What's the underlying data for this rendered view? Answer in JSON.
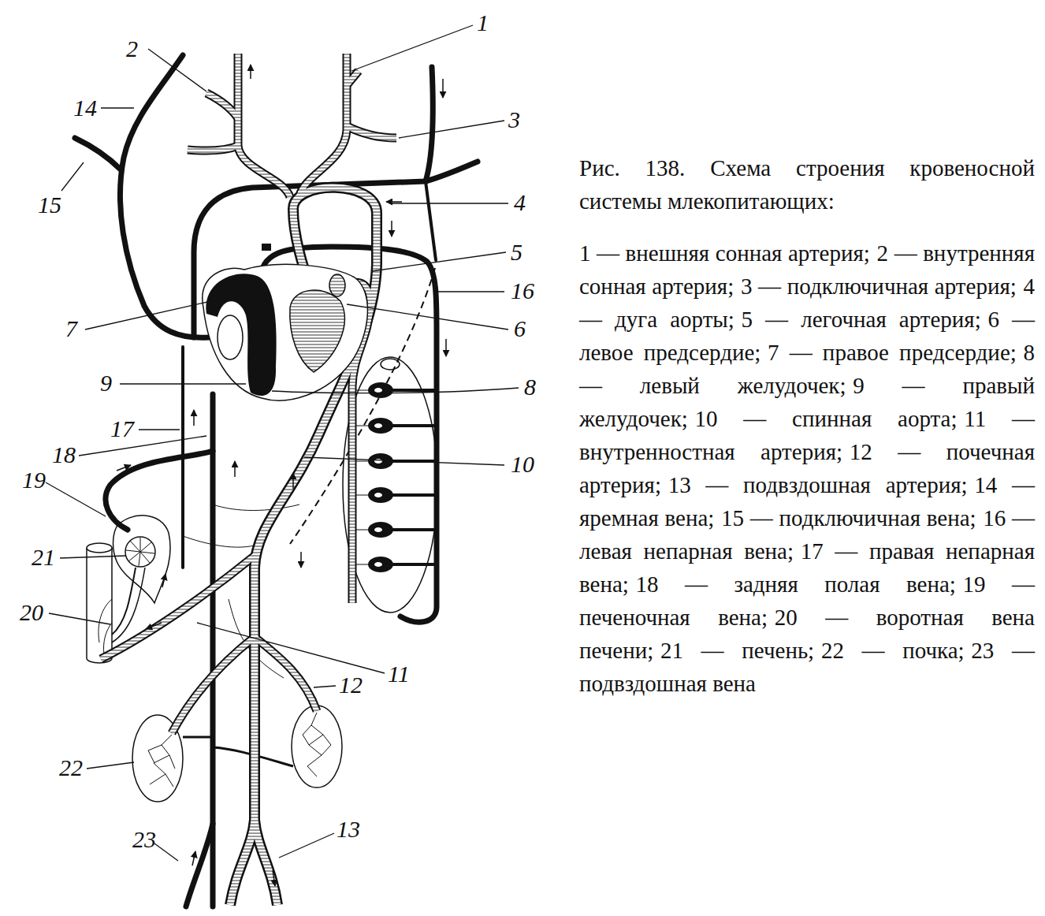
{
  "diagram": {
    "caption": "Рис. 138. Схема строения кровеносной системы млекопитающих:",
    "labels": [
      "1",
      "2",
      "14",
      "3",
      "15",
      "4",
      "5",
      "16",
      "7",
      "6",
      "9",
      "8",
      "17",
      "18",
      "10",
      "19",
      "21",
      "20",
      "11",
      "12",
      "22",
      "23",
      "13",
      "1 — внешняя сонная артерия;",
      "2 — внутренняя сонная артерия;",
      "3 — подключичная артерия;",
      "4 — дуга аорты;",
      "5 — легочная артерия;",
      "6 — левое предсердие;",
      "7 — правое предсердие;",
      "8 — левый желудочек;",
      "9 — правый желудочек;",
      "10 — спинная аорта;",
      "11 — внутренностная артерия;",
      "12 — почечная артерия;",
      "13 — подвздошная артерия;",
      "14 — яремная вена;",
      "15 — подключичная вена;",
      "16 — левая непарная вена;",
      "17 — правая непарная вена;",
      "18 — задняя полая вена;",
      "19 — печеночная вена;",
      "20 — воротная вена печени;",
      "21 — печень;",
      "22 — почка;",
      "23 — подвздошная вена"
    ]
  }
}
